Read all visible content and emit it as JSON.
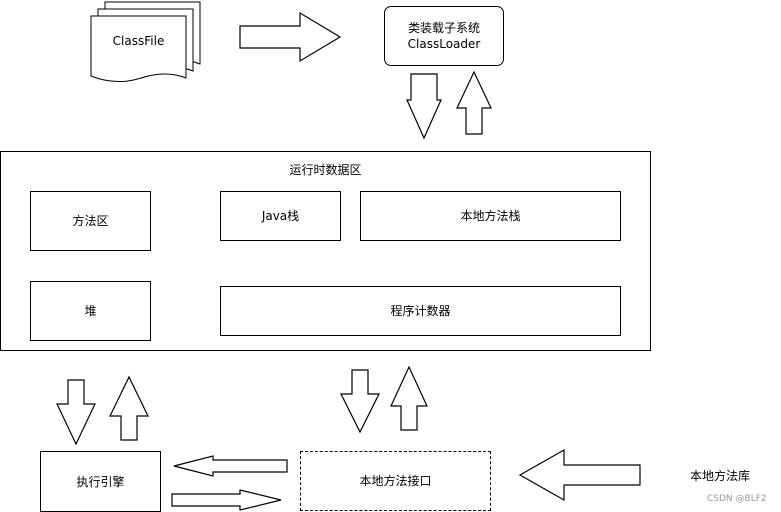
{
  "classfile": {
    "label": "ClassFile"
  },
  "classloader": {
    "line1": "类装载子系统",
    "line2": "ClassLoader"
  },
  "runtime": {
    "title": "运行时数据区",
    "method_area": "方法区",
    "java_stack": "Java栈",
    "native_stack": "本地方法栈",
    "heap": "堆",
    "pc_register": "程序计数器"
  },
  "execution_engine": {
    "label": "执行引擎"
  },
  "native_interface": {
    "label": "本地方法接口"
  },
  "native_library": {
    "label": "本地方法库"
  },
  "watermark": "CSDN @BLF2",
  "colors": {
    "stroke": "#000000",
    "fill": "#ffffff",
    "watermark": "#9a9a9a"
  }
}
